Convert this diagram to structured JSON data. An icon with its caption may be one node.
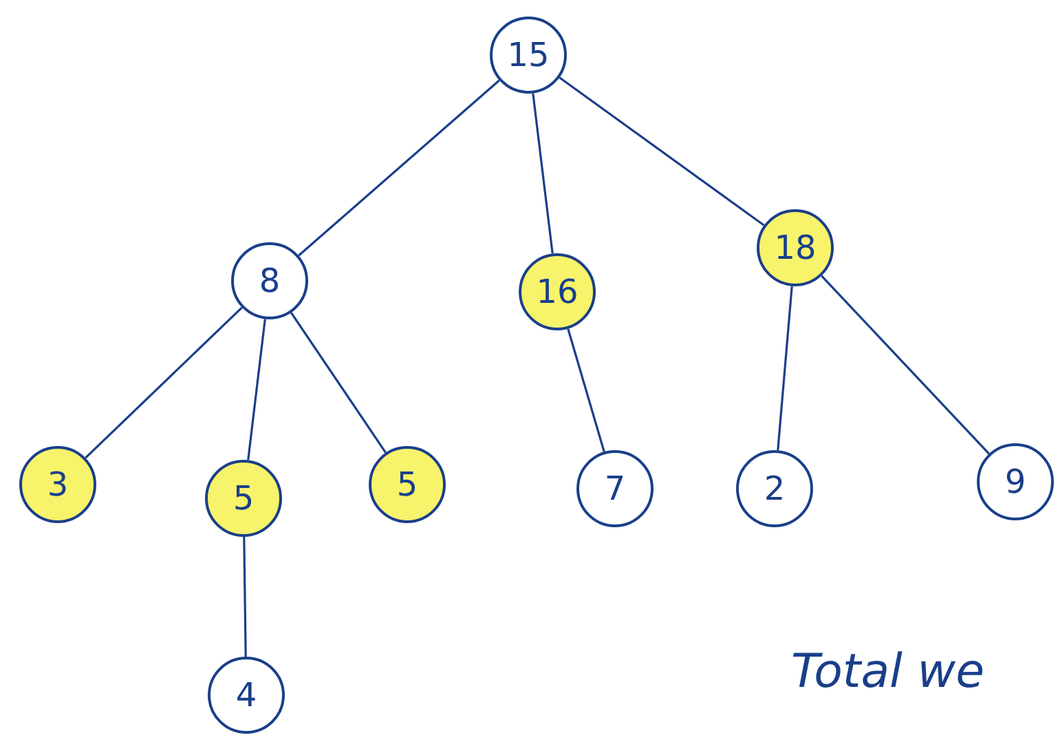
{
  "diagram": {
    "nodes": [
      {
        "text": [
          "15"
        ]
      },
      {
        "text": [
          "8"
        ]
      },
      {
        "text": [
          "16"
        ]
      },
      {
        "text": [
          "18"
        ]
      },
      {
        "text": [
          "3"
        ]
      },
      {
        "text": [
          "5"
        ]
      },
      {
        "text": [
          "5"
        ]
      },
      {
        "text": [
          "7"
        ]
      },
      {
        "text": [
          "2"
        ]
      },
      {
        "text": [
          "9"
        ]
      },
      {
        "text": [
          "4"
        ]
      }
    ],
    "edges": [
      {
        "from": 0,
        "to": 1,
        "arrow": "none"
      },
      {
        "from": 0,
        "to": 2,
        "arrow": "none"
      },
      {
        "from": 0,
        "to": 3,
        "arrow": "none"
      },
      {
        "from": 1,
        "to": 4,
        "arrow": "none"
      },
      {
        "from": 1,
        "to": 5,
        "arrow": "none"
      },
      {
        "from": 1,
        "to": 6,
        "arrow": "none"
      },
      {
        "from": 2,
        "to": 7,
        "arrow": "none"
      },
      {
        "from": 3,
        "to": 8,
        "arrow": "none"
      },
      {
        "from": 3,
        "to": 9,
        "arrow": "none"
      },
      {
        "from": 5,
        "to": 10,
        "arrow": "none"
      }
    ],
    "labels": [
      "Total we"
    ]
  }
}
